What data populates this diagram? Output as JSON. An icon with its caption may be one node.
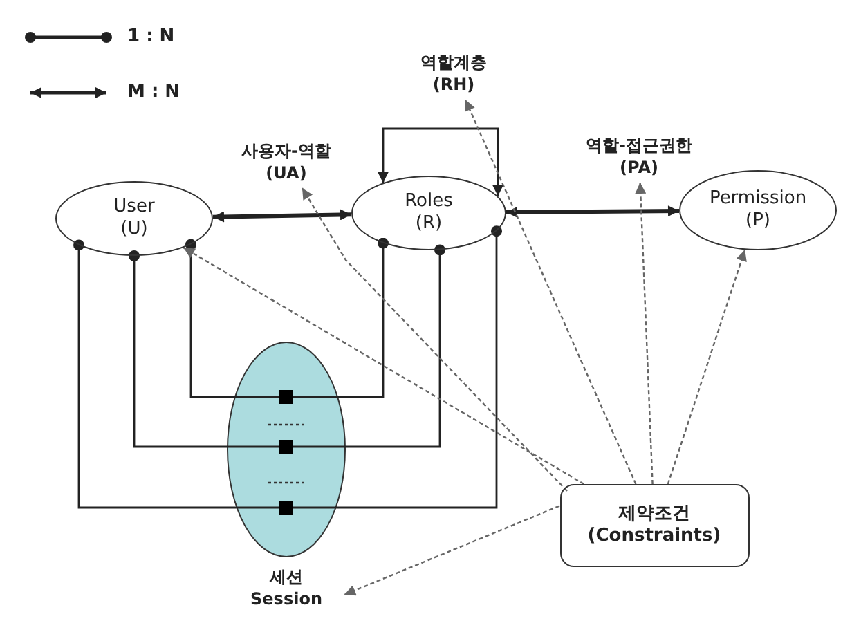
{
  "diagram": {
    "nodes": [
      {
        "text": [
          "역할계층 (RH)"
        ]
      },
      {
        "text": [
          "사용자-역할 (UA)"
        ]
      },
      {
        "text": [
          "역할-접근권한 (PA)"
        ]
      },
      {
        "text": [
          "User (U)"
        ]
      },
      {
        "text": [
          "Roles (R)"
        ]
      },
      {
        "text": [
          "Permission (P)"
        ]
      },
      {
        "text": [
          "세션 Session"
        ]
      },
      {
        "text": [
          "제약조건 (Constraints)"
        ]
      }
    ],
    "edges": [
      {
        "from": 3,
        "to": 4,
        "arrow": "both",
        "style": "thick"
      },
      {
        "from": 4,
        "to": 5,
        "arrow": "both",
        "style": "thick"
      },
      {
        "from": 4,
        "to": 4,
        "arrow": "both"
      },
      {
        "from": 3,
        "to": 6,
        "arrow": "other"
      },
      {
        "from": 3,
        "to": 6,
        "arrow": "other"
      },
      {
        "from": 3,
        "to": 6,
        "arrow": "other"
      },
      {
        "from": 6,
        "to": 4,
        "arrow": "other"
      },
      {
        "from": 6,
        "to": 4,
        "arrow": "other"
      },
      {
        "from": 6,
        "to": 4,
        "arrow": "other"
      },
      {
        "from": 7,
        "to": 1,
        "arrow": "to",
        "style": "dashed",
        "color": "#666666"
      },
      {
        "from": 7,
        "to": 3,
        "arrow": "to",
        "style": "dashed",
        "color": "#666666"
      },
      {
        "from": 7,
        "to": 0,
        "arrow": "to",
        "style": "dashed",
        "color": "#666666"
      },
      {
        "from": 7,
        "to": 2,
        "arrow": "to",
        "style": "dashed",
        "color": "#666666"
      },
      {
        "from": 7,
        "to": 5,
        "arrow": "to",
        "style": "dashed",
        "color": "#666666"
      },
      {
        "from": 7,
        "to": 6,
        "arrow": "to",
        "style": "dashed",
        "color": "#666666"
      }
    ],
    "legend": [
      {
        "text": "1 : N"
      },
      {
        "text": "M : N"
      }
    ]
  }
}
